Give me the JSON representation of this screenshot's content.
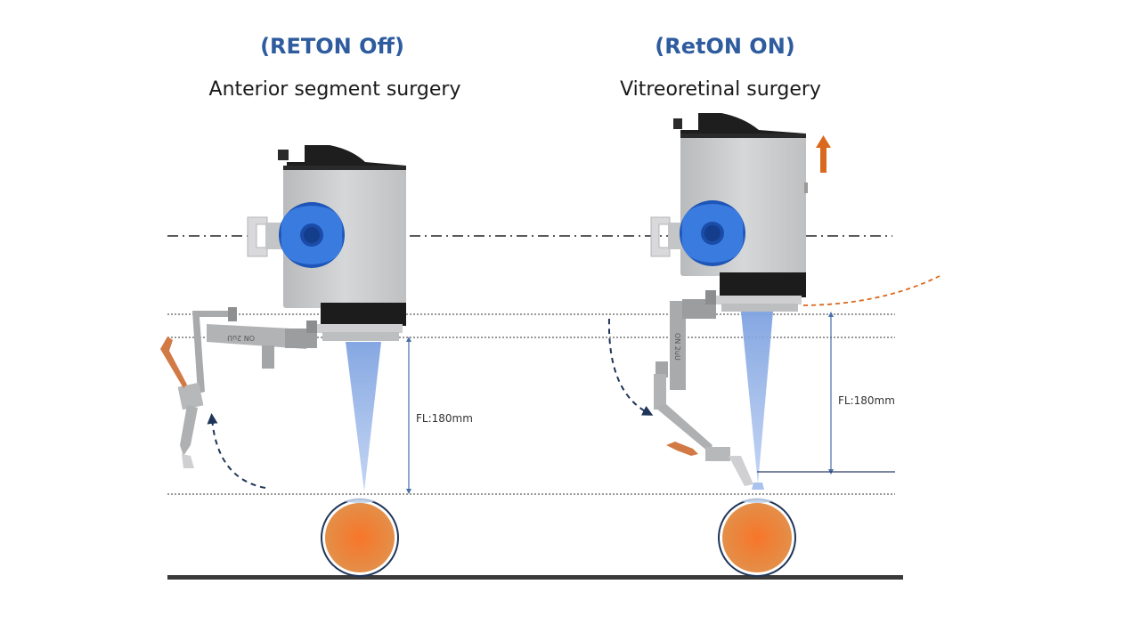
{
  "panels": [
    {
      "heading": "(RETON Off)",
      "subheading": "Anterior segment surgery",
      "focal_label": "FL:180mm",
      "arm_label": "ON 2uU"
    },
    {
      "heading": "(RetON ON)",
      "subheading": "Vitreoretinal surgery",
      "focal_label": "FL:180mm",
      "arm_label": "ON 2uU"
    }
  ],
  "colors": {
    "heading": "#2E5C9E",
    "body_grey": "#C8C8CA",
    "knob_blue": "#2F6FD6",
    "beam_blue": "#7EA2E0",
    "eye_orange": "#F08A3C",
    "arrow_orange": "#D9691E",
    "arrow_navy": "#1F3558"
  }
}
